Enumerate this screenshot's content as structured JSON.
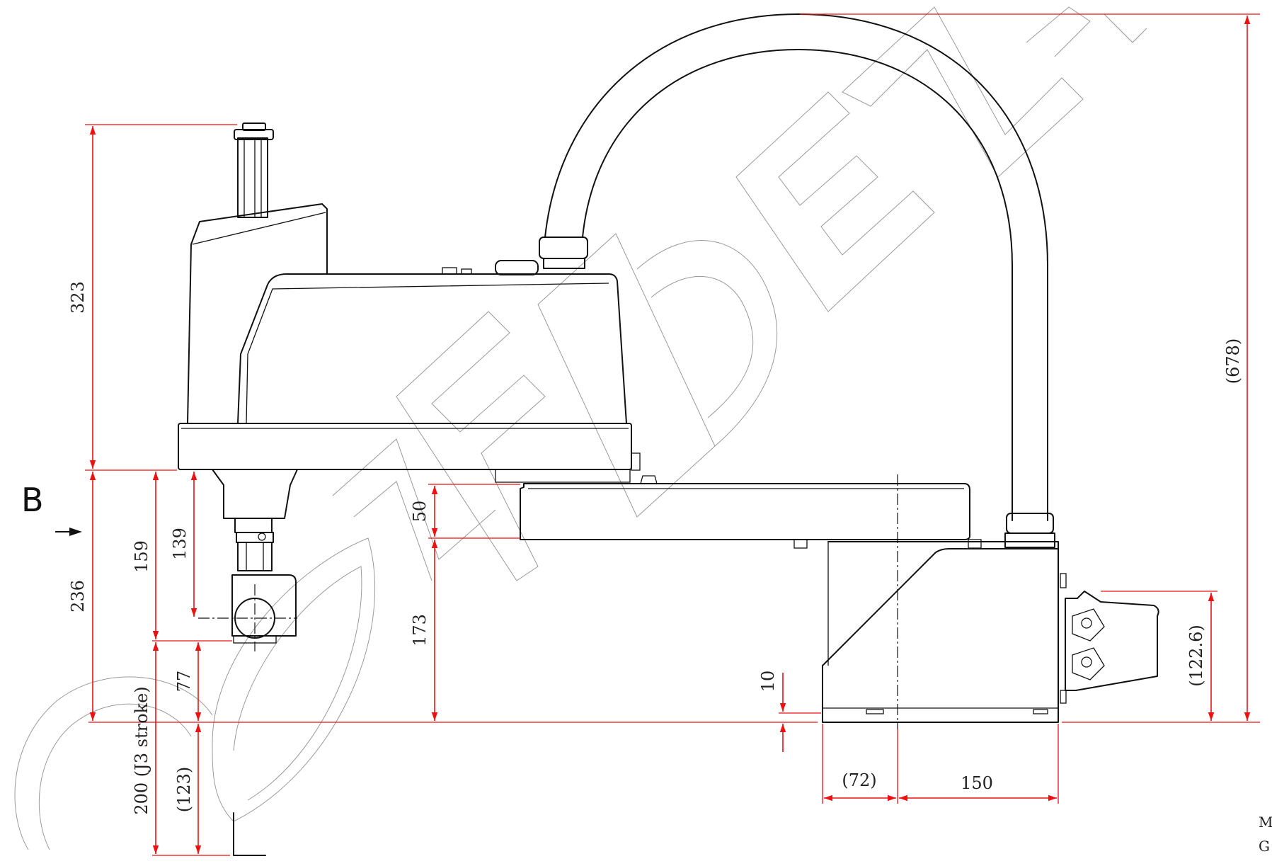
{
  "view_label": "B",
  "dimensions": {
    "d323": "323",
    "d236": "236",
    "d159": "159",
    "d139": "139",
    "d77": "77",
    "d200": "200 (J3 stroke)",
    "d123": "(123)",
    "d50": "50",
    "d173": "173",
    "d10": "10",
    "d72": "(72)",
    "d150": "150",
    "d678": "(678)",
    "d122": "(122.6)"
  },
  "corner_text": {
    "line1": "M",
    "line2": "G"
  },
  "colors": {
    "dimension": "#ee1111",
    "outline": "#111111",
    "watermark": "#9a9a9a"
  }
}
